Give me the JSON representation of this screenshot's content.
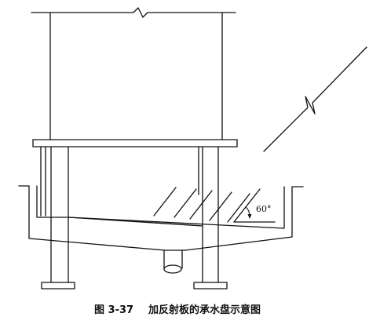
{
  "figure": {
    "angle_label": "60°",
    "caption_number": "图 3-37",
    "caption_text": "加反射板的承水盘示意图"
  }
}
